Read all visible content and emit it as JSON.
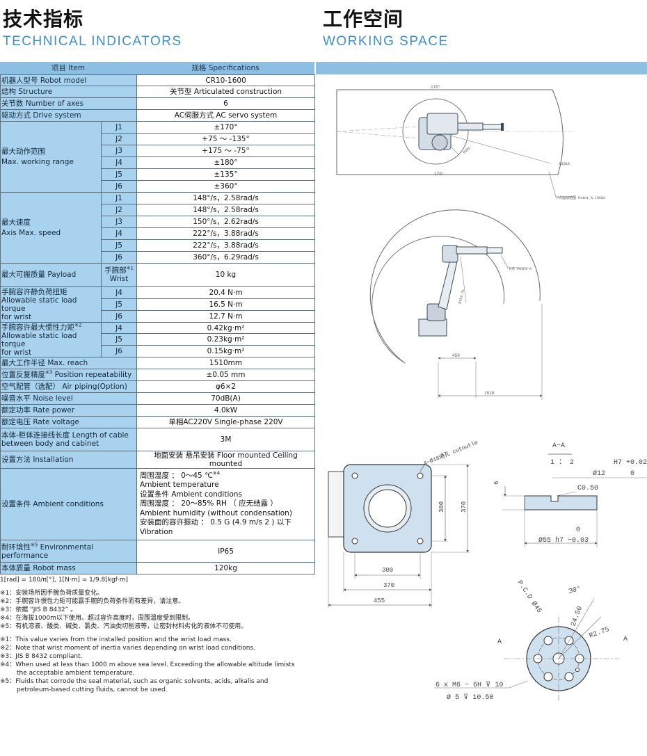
{
  "header_left": {
    "title_cn": "技术指标",
    "title_en": "TECHNICAL INDICATORS"
  },
  "header_right": {
    "title_cn": "工作空间",
    "title_en": "WORKING SPACE"
  },
  "table_header": {
    "item": "项目   Item",
    "spec": "规格   Specifications"
  },
  "rows": {
    "model": {
      "label": "机器人型号   Robot model",
      "value": "CR10-1600"
    },
    "structure": {
      "label": "结构   Structure",
      "value": "关节型   Articulated construction"
    },
    "axes": {
      "label": "关节数   Number of axes",
      "value": "6"
    },
    "drive": {
      "label": "驱动方式   Drive system",
      "value": "AC伺服方式   AC servo system"
    },
    "range": {
      "label_cn": "最大动作范围",
      "label_en": "Max. working range",
      "items": [
        {
          "joint": "J1",
          "value": "±170°"
        },
        {
          "joint": "J2",
          "value": "+75 ～ -135°"
        },
        {
          "joint": "J3",
          "value": "+175 ～ -75°"
        },
        {
          "joint": "J4",
          "value": "±180°"
        },
        {
          "joint": "J5",
          "value": "±135°"
        },
        {
          "joint": "J6",
          "value": "±360°"
        }
      ]
    },
    "speed": {
      "label_cn": "最大速度",
      "label_en": "Axis Max. speed",
      "items": [
        {
          "joint": "J1",
          "value": "148°/s，2.58rad/s"
        },
        {
          "joint": "J2",
          "value": "148°/s，2.58rad/s"
        },
        {
          "joint": "J3",
          "value": "150°/s，2.62rad/s"
        },
        {
          "joint": "J4",
          "value": "222°/s，3.88rad/s"
        },
        {
          "joint": "J5",
          "value": "222°/s，3.88rad/s"
        },
        {
          "joint": "J6",
          "value": "360°/s，6.29rad/s"
        }
      ]
    },
    "payload": {
      "label": "最大可搬质量   Payload",
      "sub_cn": "手腕部",
      "note": "※1",
      "sub_en": "Wrist",
      "value": "10 kg"
    },
    "torque": {
      "label_l1": "手腕容许静负荷扭矩",
      "label_l2": "Allowable static load torque",
      "label_l3": "for wrist",
      "items": [
        {
          "joint": "J4",
          "value": "20.4 N·m"
        },
        {
          "joint": "J5",
          "value": "16.5 N·m"
        },
        {
          "joint": "J6",
          "value": "12.7 N·m"
        }
      ]
    },
    "inertia": {
      "label_l1": "手腕容许最大惯性力矩",
      "note": "※2",
      "label_l2": "Allowable static load torque",
      "label_l3": "for wrist",
      "items": [
        {
          "joint": "J4",
          "value": "0.42kg·m²"
        },
        {
          "joint": "J5",
          "value": "0.23kg·m²"
        },
        {
          "joint": "J6",
          "value": "0.15kg·m²"
        }
      ]
    },
    "reach": {
      "label": "最大工作半径   Max. reach",
      "value": "1510mm"
    },
    "repeat": {
      "label_cn": "位置反复精度",
      "note": "※3",
      "label_en": "   Position repeatability",
      "value": "±0.05 mm"
    },
    "air": {
      "label": "空气配管（选配）  Air piping(Option)",
      "value": "φ6×2"
    },
    "noise": {
      "label": "噪音水平   Noise level",
      "value": "70dB(A)"
    },
    "power": {
      "label": "额定功率   Rate power",
      "value": "4.0kW"
    },
    "voltage": {
      "label": "额定电压   Rate voltage",
      "value": "单相AC220V   Single-phase 220V"
    },
    "cable": {
      "label_l1": "本体-柜体连接线长度   Length of cable",
      "label_l2": "between body and cabinet",
      "value": "3M"
    },
    "install": {
      "label": "设置方法   Installation",
      "value": "地面安装  悬吊安装  Floor mounted  Ceiling mounted"
    },
    "ambient": {
      "label": "设置条件   Ambient conditions",
      "line1": "周围温度 ：  0～45 ℃",
      "line1_note": "※4",
      "line2": "Ambient temperature",
      "line3": "设置条件  Ambient conditions",
      "line4": "周围湿度 ：  20～85% RH （ 应无结露 ）",
      "line5": "Ambient humidity (without condensation)",
      "line6": "安装面的容许振动 ：  0.5 G (4.9 m/s 2 ) 以下",
      "line7": "Vibration"
    },
    "env": {
      "label_cn": "耐环境性",
      "note": "※5",
      "label_en": "  Environmental performance",
      "value": "IP65"
    },
    "mass": {
      "label": "本体质量   Robot mass",
      "value": "120kg"
    }
  },
  "notes": {
    "unit": "1[rad] = 180/π[°],  1[N·m] = 1/9.8[kgf·m]",
    "cn": [
      "※1：安装场所因手腕负荷质量变化。",
      "※2：手腕容许惯性力矩可能赢手腕的负荷条件而有差异，请注意。",
      "※3：依据 “JIS B 8432” 。",
      "※4：在海拔1000m以下使用。超过容许高度时，周围温度受到限制。",
      "※5：有机溶液、酸类、碱类、氯类、汽油类切削液等，让密封材料劣化的液体不可使用。"
    ],
    "en1": "※1：This value varies from the installed position and the wrist load mass.",
    "en2": "※2：Note that wrist moment of inertia varies depending on wrist load conditions.",
    "en3": "※3：JIS B 8432 compliant.",
    "en4a": "※4：When used at less than 1000 m above sea level. Exceeding the allowable altitude limists",
    "en4b": "the acceptable ambient temperature.",
    "en5a": "※5：Fluids that corrode the seal material, such as organic solvents, acids, alkalis and",
    "en5b": "petroleum-based cutting fluids, cannot be used."
  },
  "drawing": {
    "top_dim": "170°",
    "bottom_dim": "170°",
    "radius_small": "R400",
    "radius_large": "R1510",
    "point_locus": "P点运动范围 Point A LOCUS",
    "point_a": "P点  Point A",
    "side_dim_arm": "R399.76",
    "side_dim_450": "450",
    "side_dim_1510": "1510",
    "hole_callout": "4−Ø18通孔 cutoutle",
    "base_300v": "300",
    "base_370v": "370",
    "base_300h": "300",
    "base_370h": "370",
    "base_455h": "455",
    "section_title": "A−A",
    "section_scale": "1 ： 2",
    "fit_tol": "H7 +0.02",
    "fit_tol0": "0",
    "dia12": "Ø12",
    "dim6": "6",
    "chamfer": "C0.50",
    "dia55_tol": "0",
    "dia55": "Ø55 h7 −0.03",
    "pcd": "P.C.D Ø45",
    "angle30": "30°",
    "dim24": "24.50",
    "r275": "R2.75",
    "label_a_left": "A",
    "label_a_right": "A",
    "thread": "6 x  M6 − 6H ⊽ 10",
    "drill": "Ø 5 ⊽ 10.50"
  }
}
